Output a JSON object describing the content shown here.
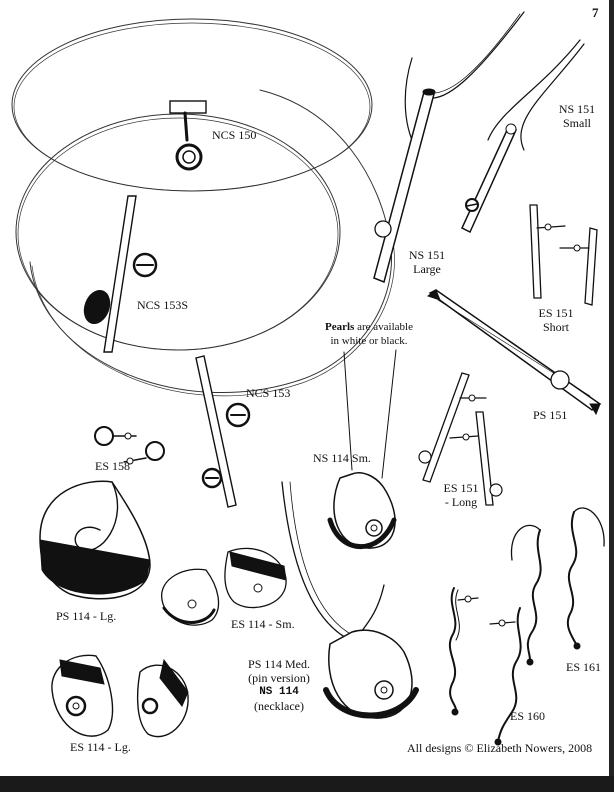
{
  "page_number": "7",
  "labels": {
    "ncs150": "NCS 150",
    "ncs153s": "NCS 153S",
    "ncs153": "NCS 153",
    "es158": "ES 158",
    "ns151_large_1": "NS 151",
    "ns151_large_2": "Large",
    "ns151_small_1": "NS 151",
    "ns151_small_2": "Small",
    "es151_short_1": "ES 151",
    "es151_short_2": "Short",
    "pearls_note_bold": "Pearls",
    "pearls_note_rest": "are available",
    "pearls_note_line2": "in white or black.",
    "ps151": "PS 151",
    "ns114_sm": "NS 114 Sm.",
    "es151_long_1": "ES 151",
    "es151_long_2": "- Long",
    "ps114_lg": "PS 114 - Lg.",
    "es114_sm": "ES 114  - Sm.",
    "ps114_med_1": "PS 114 Med.",
    "ps114_med_2": "(pin version)",
    "ps114_med_3": "NS 114",
    "ps114_med_4": "(necklace)",
    "es114_lg": "ES 114 - Lg.",
    "es161": "ES 161",
    "es160": "ES 160",
    "credit": "All designs © Elizabeth Nowers, 2008"
  }
}
